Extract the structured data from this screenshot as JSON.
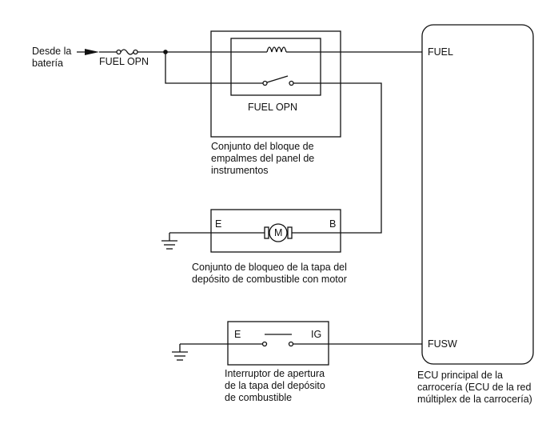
{
  "battery_label": [
    "Desde la",
    "batería"
  ],
  "fuse_label": "FUEL OPN",
  "relay_label": "FUEL OPN",
  "junction_block": [
    "Conjunto del bloque de",
    "empalmes del panel de",
    "instrumentos"
  ],
  "motor": {
    "pin_left": "E",
    "pin_right": "B",
    "symbol": "M",
    "caption": [
      "Conjunto de bloqueo de la tapa del",
      "depósito de combustible con motor"
    ]
  },
  "switch": {
    "pin_left": "E",
    "pin_right": "IG",
    "caption": [
      "Interruptor de apertura",
      "de la tapa del depósito",
      "de combustible"
    ]
  },
  "ecu": {
    "pin_fuel": "FUEL",
    "pin_fusw": "FUSW",
    "caption": [
      "ECU principal de la",
      "carrocería (ECU de la red",
      "múltiplex de la carrocería)"
    ]
  }
}
